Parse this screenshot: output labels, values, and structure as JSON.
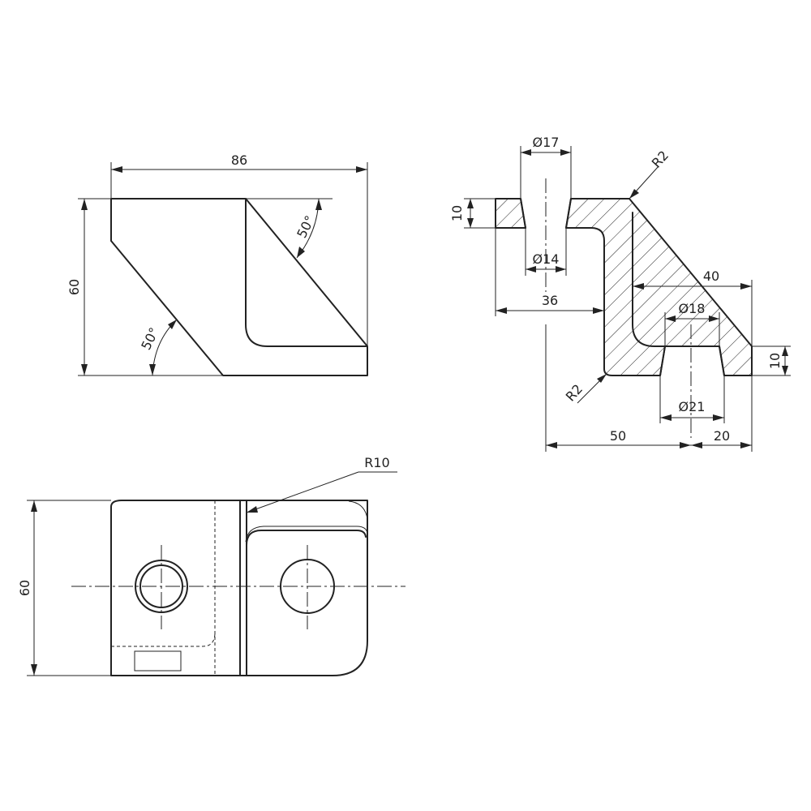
{
  "front_view": {
    "width_label": "86",
    "height_label": "60",
    "angle_top_label": "50°",
    "angle_bottom_label": "50°"
  },
  "section_view": {
    "dia_top_outer_label": "Ø17",
    "dia_top_inner_label": "Ø14",
    "dia_bottom_inner_label": "Ø18",
    "dia_bottom_outer_label": "Ø21",
    "radius_top_label": "R2",
    "radius_bottom_label": "R2",
    "thickness_top_label": "10",
    "thickness_bottom_label": "10",
    "width_36_label": "36",
    "width_40_label": "40",
    "width_50_label": "50",
    "width_20_label": "20"
  },
  "top_view": {
    "radius_label": "R10",
    "height_label": "60"
  }
}
